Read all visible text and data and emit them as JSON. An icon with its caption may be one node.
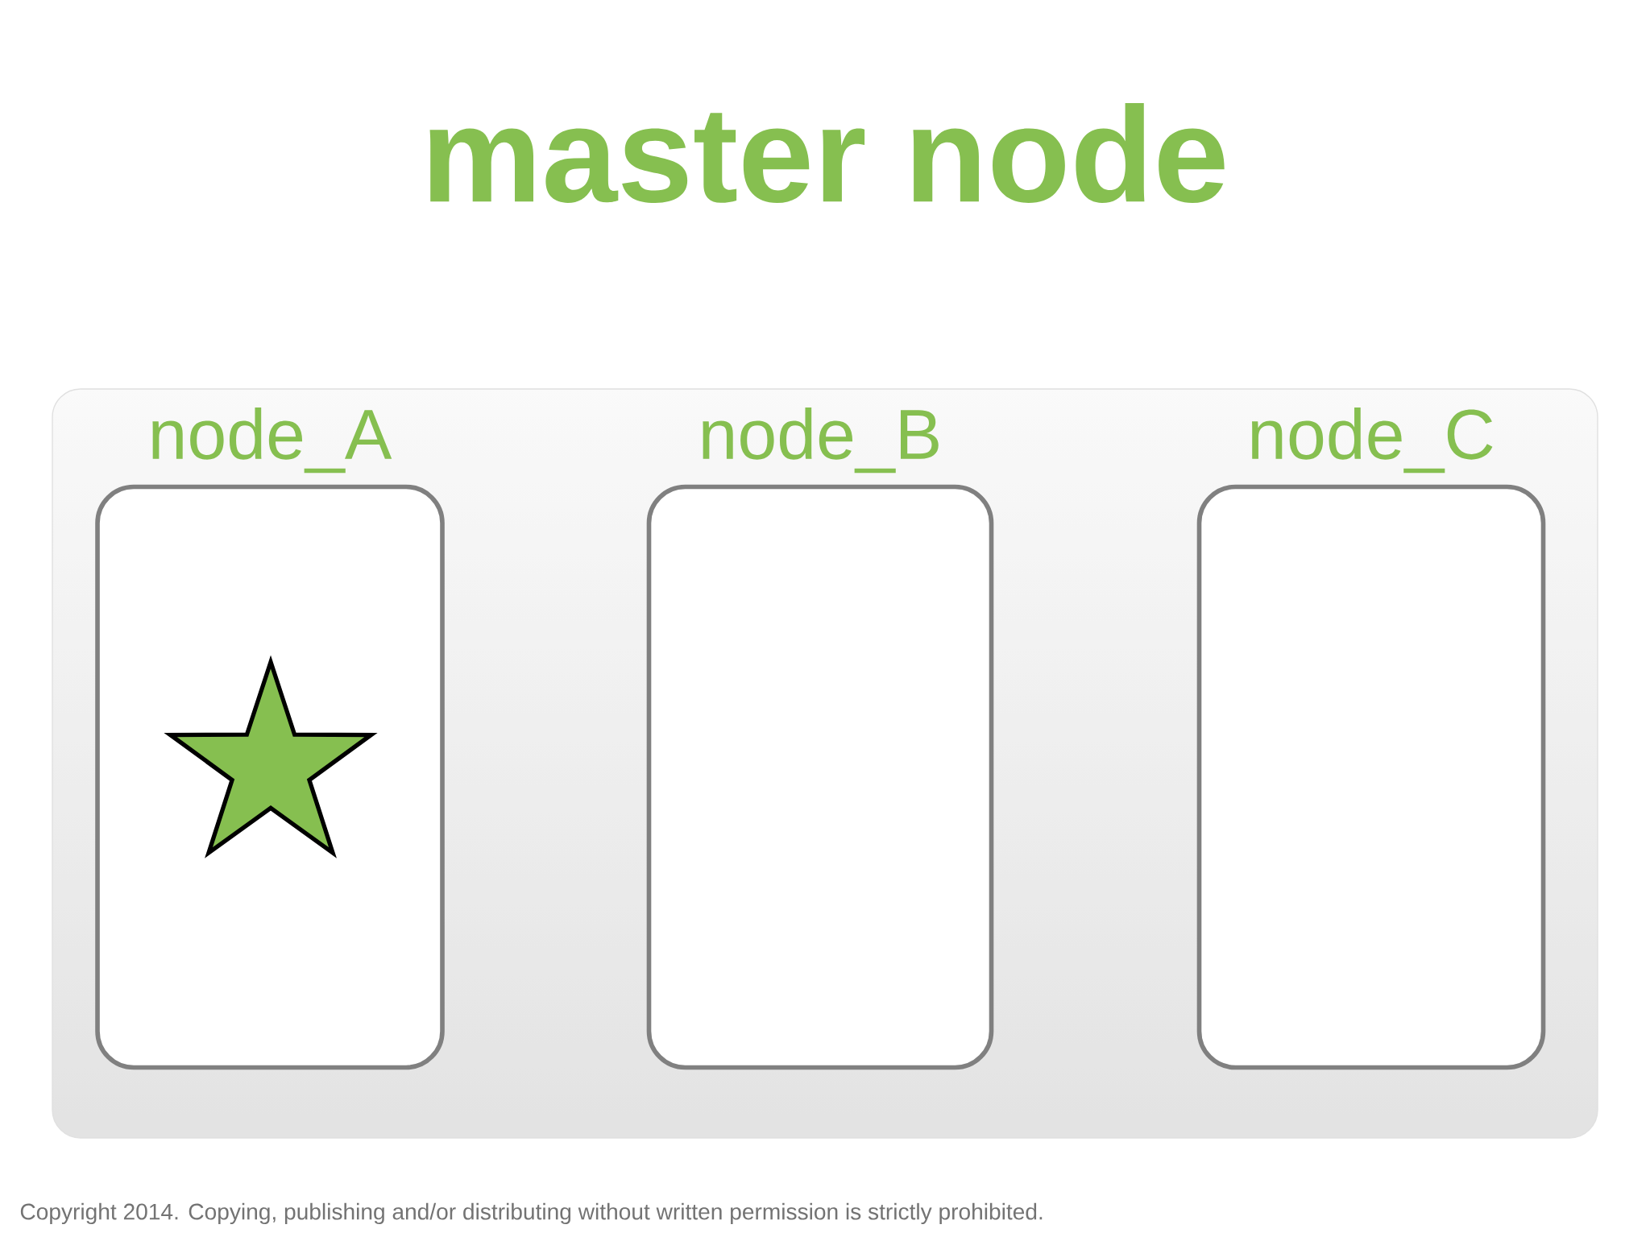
{
  "diagram": {
    "title": "master node",
    "nodes": [
      {
        "text": [],
        "shape": "box"
      },
      {
        "text": [
          "node_A"
        ],
        "in": 0
      },
      {
        "text": [
          "node_B"
        ],
        "in": 0
      },
      {
        "text": [
          "node_C"
        ],
        "in": 0
      },
      {
        "text": [],
        "shape": "star",
        "in": 1
      }
    ],
    "labels": [
      "Copyright 2014. Copying, publishing and/or distributing without written permission is strictly prohibited."
    ]
  }
}
